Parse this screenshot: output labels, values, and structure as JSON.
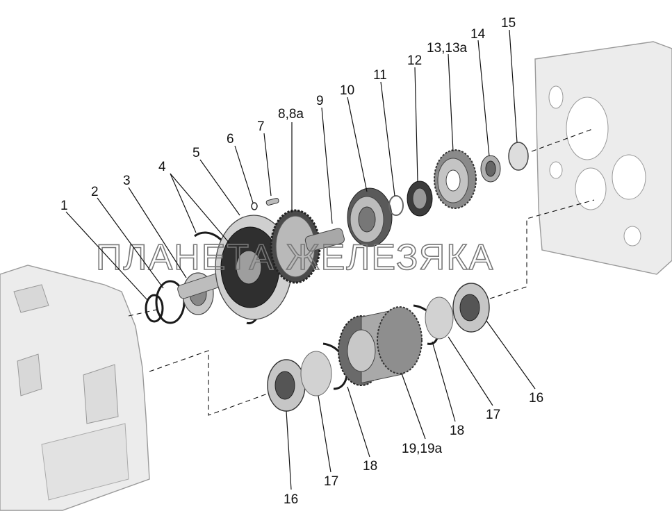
{
  "watermark": "ПЛАНЕТА ЖЕЛЕЗЯКА",
  "labels": {
    "p1": "1",
    "p2": "2",
    "p3": "3",
    "p4": "4",
    "p5": "5",
    "p6": "6",
    "p7": "7",
    "p8": "8,8а",
    "p9": "9",
    "p10": "10",
    "p11": "11",
    "p12": "12",
    "p13": "13,13а",
    "p14": "14",
    "p15": "15",
    "p16a": "16",
    "p16b": "16",
    "p17a": "17",
    "p17b": "17",
    "p18a": "18",
    "p18b": "18",
    "p19": "19,19а"
  }
}
